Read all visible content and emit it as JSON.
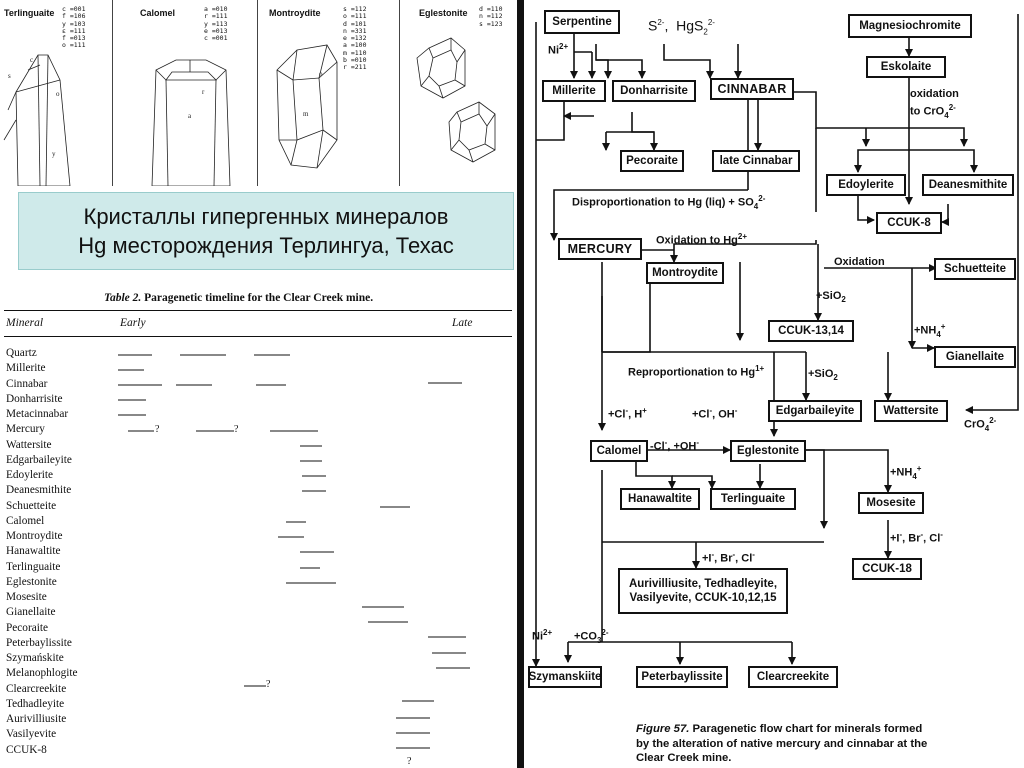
{
  "slide_title": {
    "line1": "Кристаллы гипергенных минералов",
    "line2": "Hg месторождения Терлингуа, Техас"
  },
  "crystals": [
    {
      "name": "Terlinguaite",
      "forms": "c =001\nf =106\ny =103\nε =111\nf =013\no =111"
    },
    {
      "name": "Calomel",
      "forms": "a =010\nr =111\ny =113\ne =013\nc =001"
    },
    {
      "name": "Montroydite",
      "forms": "s =112\no =111\nd =101\nn =331\ne =132\na =100\nm =110\nb =010\nr =211"
    },
    {
      "name": "Eglestonite",
      "forms": "d =110\nn =112\ns =123"
    }
  ],
  "table": {
    "caption_prefix": "Table 2.",
    "caption_rest": "Paragenetic timeline for the Clear Creek mine.",
    "col_mineral": "Mineral",
    "col_early": "Early",
    "col_late": "Late",
    "minerals": [
      "Quartz",
      "Millerite",
      "Cinnabar",
      "Donharrisite",
      "Metacinnabar",
      "Mercury",
      "Wattersite",
      "Edgarbaileyite",
      "Edoylerite",
      "Deanesmithite",
      "Schuetteite",
      "Calomel",
      "Montroydite",
      "Hanawaltite",
      "Terlinguaite",
      "Eglestonite",
      "Mosesite",
      "Gianellaite",
      "Pecoraite",
      "Peterbaylissite",
      "Szymańskite",
      "Melanophlogite",
      "Clearcreekite",
      "Tedhadleyite",
      "Aurivilliusite",
      "Vasilyevite",
      "CCUK-8"
    ],
    "question_mark": "?"
  },
  "flow": {
    "boxes": {
      "serpentine": "Serpentine",
      "millerite": "Millerite",
      "donharrisite": "Donharrisite",
      "cinnabar": "CINNABAR",
      "pecoraite": "Pecoraite",
      "late_cinnabar": "late Cinnabar",
      "magnesiochromite": "Magnesiochromite",
      "eskolaite": "Eskolaite",
      "edoylerite": "Edoylerite",
      "deanesmithite": "Deanesmithite",
      "ccuk8": "CCUK-8",
      "mercury": "MERCURY",
      "montroydite": "Montroydite",
      "schuetteite": "Schuetteite",
      "ccuk1314": "CCUK-13,14",
      "gianellaite": "Gianellaite",
      "edgarbaileyite": "Edgarbaileyite",
      "wattersite": "Wattersite",
      "calomel": "Calomel",
      "eglestonite": "Eglestonite",
      "hanawaltite": "Hanawaltite",
      "terlinguaite": "Terlinguaite",
      "mosesite": "Mosesite",
      "ccuk18": "CCUK-18",
      "aurivilliusite": "Aurivilliusite, Tedhadleyite, Vasilyevite, CCUK-10,12,15",
      "szymanskiite": "Szymanskiite",
      "peterbaylissite": "Peterbaylissite",
      "clearcreekite": "Clearcreekite"
    },
    "labels": {
      "ni2": "Ni",
      "s2_hgs2": "S, HgS",
      "oxidation": "oxidation",
      "to_cro4": "to CrO",
      "disproportionation": "Disproportionation to Hg (liq) + SO",
      "oxidation_hg2": "Oxidation to Hg",
      "oxidation_plain": "Oxidation",
      "sio2": "+SiO",
      "nh4": "+NH",
      "reproportionation": "Reproportionation to Hg",
      "cl_h": "+Cl, H",
      "cl_oh": "+Cl, OH",
      "cl_oh2": "-Cl, +OH",
      "sio2_b": "+SiO",
      "cro4": "CrO",
      "nh4_b": "+NH",
      "i_br_cl": "+I, Br, Cl",
      "i_br_cl_b": "+I, Br, Cl",
      "ni2_b": "Ni",
      "co3": "+CO"
    },
    "caption_prefix": "Figure 57.",
    "caption_rest": "Paragenetic flow chart for minerals formed by the alteration of native mercury and cinnabar at the Clear Creek mine."
  }
}
